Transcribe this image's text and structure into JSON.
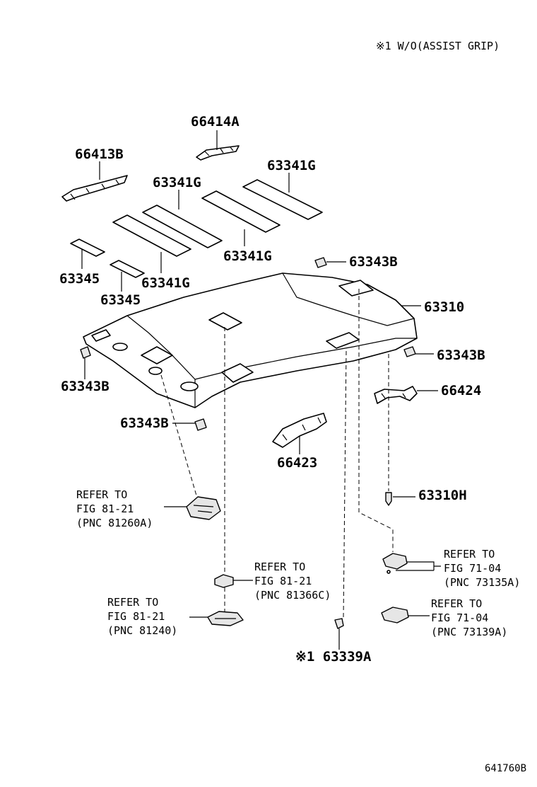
{
  "header_note": "※1 W/O(ASSIST GRIP)",
  "figure_code": "641760B",
  "labels": {
    "p66414A": "66414A",
    "p66413B": "66413B",
    "p63341G_a": "63341G",
    "p63341G_b": "63341G",
    "p63341G_c": "63341G",
    "p63341G_d": "63341G",
    "p63345_a": "63345",
    "p63345_b": "63345",
    "p63343B_top": "63343B",
    "p63310": "63310",
    "p63343B_right": "63343B",
    "p63343B_left": "63343B",
    "p66424": "66424",
    "p63343B_mid": "63343B",
    "p66423": "66423",
    "p63310H": "63310H",
    "p63339A": "※1 63339A"
  },
  "refs": {
    "r81260A": [
      "REFER TO",
      "FIG 81-21",
      "(PNC 81260A)"
    ],
    "r81366C": [
      "REFER TO",
      "FIG 81-21",
      "(PNC 81366C)"
    ],
    "r81240": [
      "REFER TO",
      "FIG 81-21",
      "(PNC 81240)"
    ],
    "r73135A": [
      "REFER TO",
      "FIG 71-04",
      "(PNC 73135A)"
    ],
    "r73139A": [
      "REFER TO",
      "FIG 71-04",
      "(PNC 73139A)"
    ]
  }
}
